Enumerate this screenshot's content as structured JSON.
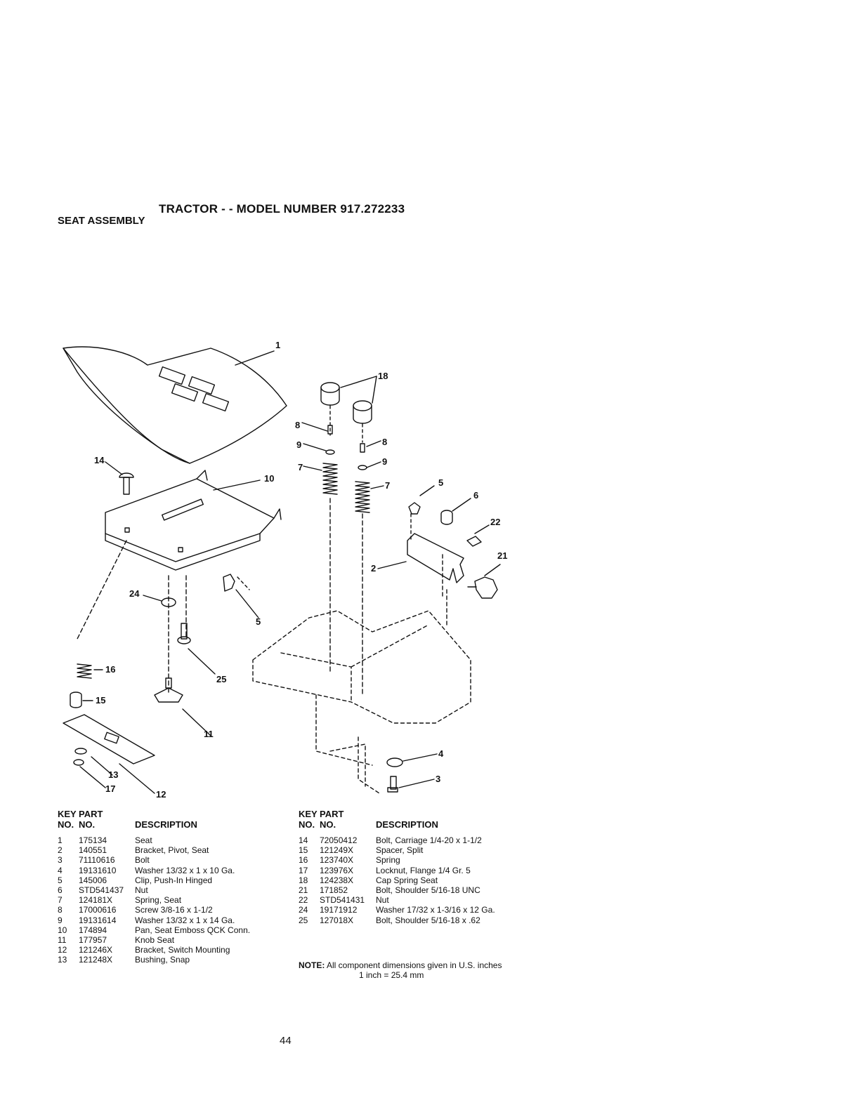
{
  "header": {
    "title": "TRACTOR - - MODEL NUMBER 917.272233",
    "subtitle": "SEAT ASSEMBLY"
  },
  "diagram": {
    "callouts": [
      "1",
      "18",
      "8",
      "9",
      "7",
      "8",
      "9",
      "7",
      "5",
      "6",
      "22",
      "21",
      "2",
      "14",
      "10",
      "24",
      "5",
      "16",
      "25",
      "15",
      "11",
      "4",
      "3",
      "13",
      "17",
      "12"
    ]
  },
  "table_headers": {
    "key": "KEY",
    "no": "NO.",
    "part": "PART",
    "part_no": "NO.",
    "description": "DESCRIPTION"
  },
  "parts_left": [
    {
      "key": "1",
      "part": "175134",
      "desc": "Seat"
    },
    {
      "key": "2",
      "part": "140551",
      "desc": "Bracket, Pivot, Seat"
    },
    {
      "key": "3",
      "part": "71110616",
      "desc": "Bolt"
    },
    {
      "key": "4",
      "part": "19131610",
      "desc": "Washer 13/32 x 1 x 10 Ga."
    },
    {
      "key": "5",
      "part": "145006",
      "desc": "Clip, Push-In Hinged"
    },
    {
      "key": "6",
      "part": "STD541437",
      "desc": "Nut"
    },
    {
      "key": "7",
      "part": "124181X",
      "desc": "Spring, Seat"
    },
    {
      "key": "8",
      "part": "17000616",
      "desc": "Screw 3/8-16 x 1-1/2"
    },
    {
      "key": "9",
      "part": "19131614",
      "desc": "Washer 13/32 x 1 x 14 Ga."
    },
    {
      "key": "10",
      "part": "174894",
      "desc": "Pan, Seat Emboss QCK Conn."
    },
    {
      "key": "11",
      "part": "177957",
      "desc": "Knob Seat"
    },
    {
      "key": "12",
      "part": "121246X",
      "desc": "Bracket, Switch Mounting"
    },
    {
      "key": "13",
      "part": "121248X",
      "desc": "Bushing, Snap"
    }
  ],
  "parts_right": [
    {
      "key": "14",
      "part": "72050412",
      "desc": "Bolt, Carriage 1/4-20 x 1-1/2"
    },
    {
      "key": "15",
      "part": "121249X",
      "desc": "Spacer, Split"
    },
    {
      "key": "16",
      "part": "123740X",
      "desc": "Spring"
    },
    {
      "key": "17",
      "part": "123976X",
      "desc": "Locknut, Flange 1/4 Gr. 5"
    },
    {
      "key": "18",
      "part": "124238X",
      "desc": "Cap Spring Seat"
    },
    {
      "key": "21",
      "part": "171852",
      "desc": "Bolt, Shoulder 5/16-18 UNC"
    },
    {
      "key": "22",
      "part": "STD541431",
      "desc": "Nut"
    },
    {
      "key": "24",
      "part": "19171912",
      "desc": "Washer 17/32 x 1-3/16 x 12 Ga."
    },
    {
      "key": "25",
      "part": "127018X",
      "desc": "Bolt, Shoulder 5/16-18 x .62"
    }
  ],
  "note": {
    "label": "NOTE:",
    "line1": "All component dimensions given in U.S. inches",
    "line2": "1 inch = 25.4 mm"
  },
  "page_number": "44"
}
